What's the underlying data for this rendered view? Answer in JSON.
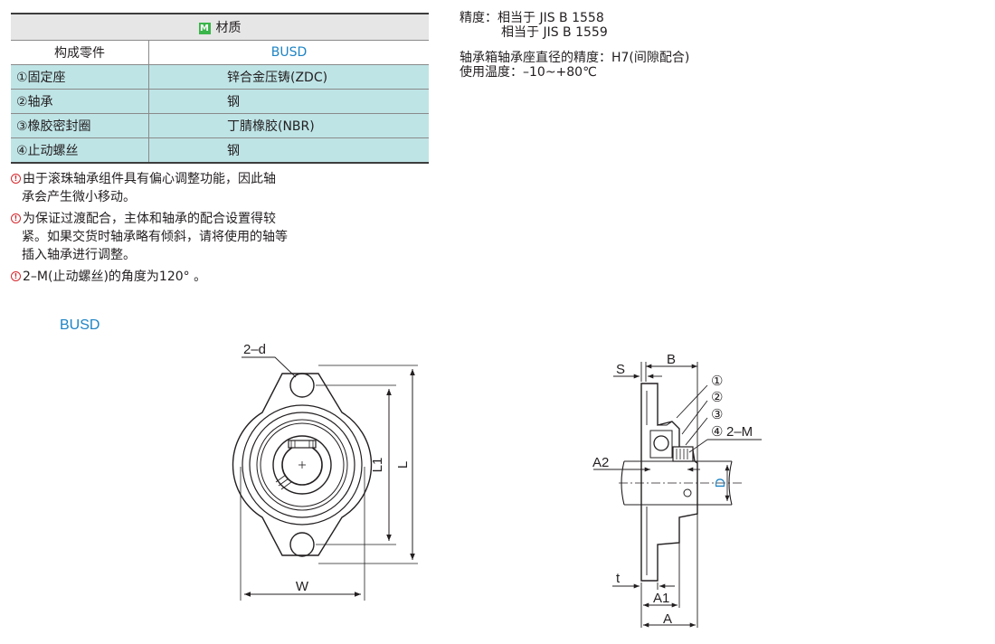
{
  "material_table": {
    "badge": "M",
    "title": "材质",
    "header": {
      "part": "构成零件",
      "model": "BUSD"
    },
    "rows": [
      {
        "part": "①固定座",
        "material": "锌合金压铸(ZDC)"
      },
      {
        "part": "②轴承",
        "material": "钢"
      },
      {
        "part": "③橡胶密封圈",
        "material": "丁腈橡胶(NBR)"
      },
      {
        "part": "④止动螺丝",
        "material": "钢"
      }
    ]
  },
  "notes": [
    {
      "line1": "由于滚珠轴承组件具有偏心调整功能，因此轴",
      "line2": "承会产生微小移动。",
      "line3": ""
    },
    {
      "line1": "为保证过渡配合，主体和轴承的配合设置得较",
      "line2": "紧。如果交货时轴承略有倾斜，请将使用的轴等",
      "line3": "插入轴承进行调整。"
    },
    {
      "line1": "2–M(止动螺丝)的角度为120° 。",
      "line2": "",
      "line3": ""
    }
  ],
  "note_icon": "!",
  "spec": {
    "precision_label": "精度：",
    "precision_1": "相当于 JIS B 1558",
    "precision_2": "相当于 JIS B 1559",
    "bore_precision": "轴承箱轴承座直径的精度：H7(间隙配合)",
    "temperature": "使用温度：–10~+80℃"
  },
  "drawing": {
    "section_title": "BUSD",
    "labels": {
      "hole": "2–d",
      "l1": "L1",
      "l": "L",
      "w": "W",
      "s": "S",
      "b": "B",
      "a2": "A2",
      "d": "D",
      "t": "t",
      "a1": "A1",
      "a": "A",
      "c1": "①",
      "c2": "②",
      "c3": "③",
      "c4": "④",
      "m": "2–M"
    }
  },
  "colors": {
    "accent_blue": "#1d84c5",
    "table_teal": "#bfe4e6",
    "badge_green": "#3ab54a",
    "note_red": "#d6272c"
  }
}
